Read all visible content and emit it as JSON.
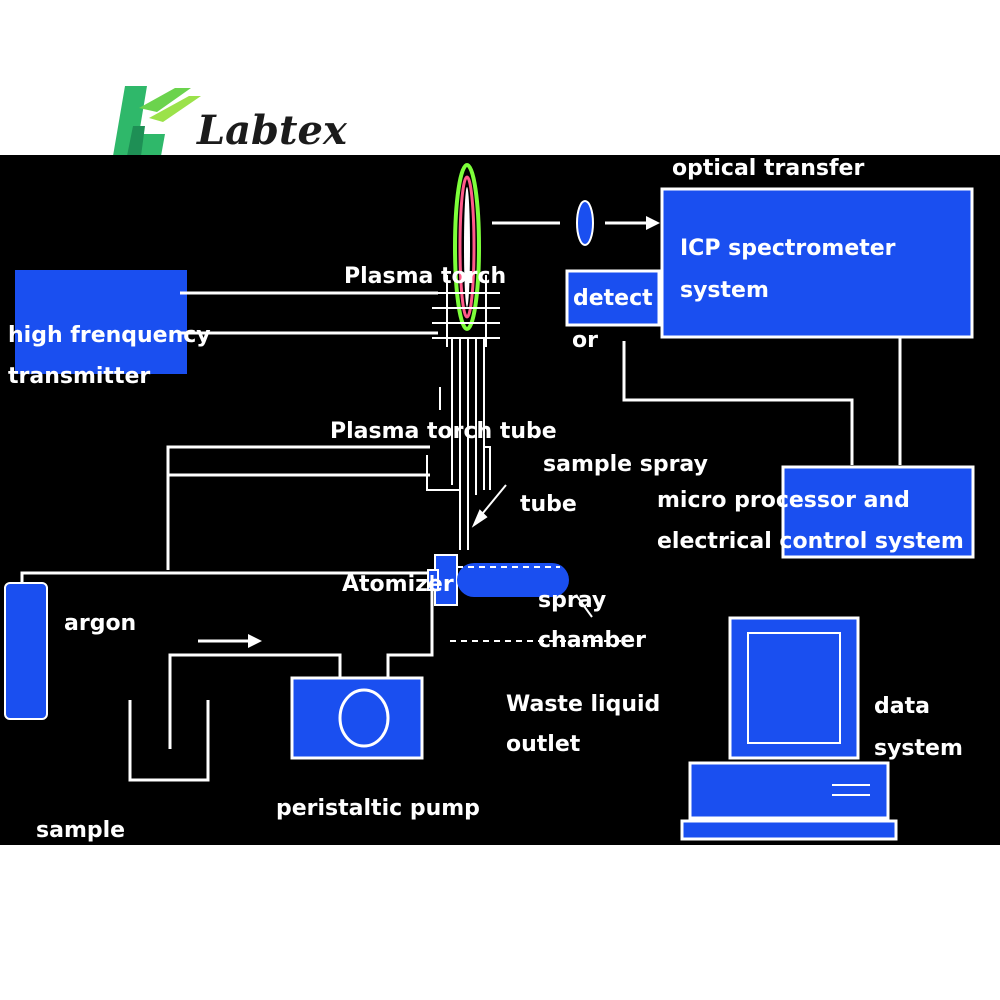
{
  "logo": {
    "text": "Labtex",
    "mark": "labtex-logo-mark"
  },
  "labels": {
    "optical_transfer": "optical transfer",
    "icp_line1": "ICP spectrometer",
    "icp_line2": "system",
    "detect": "detect",
    "or": "or",
    "plasma_torch": "Plasma torch",
    "hf_line1": "high frenquency",
    "hf_line2": "transmitter",
    "torch_tube": "Plasma torch tube",
    "spray_tube_line1": "sample spray",
    "spray_tube_line2": "tube",
    "micro_line1": "micro processor and",
    "micro_line2": "electrical control system",
    "atomizer": "Atomizer",
    "argon": "argon",
    "spray_chamber_line1": "spray",
    "spray_chamber_line2": "chamber",
    "waste_line1": "Waste liquid",
    "waste_line2": "outlet",
    "data_line1": "data",
    "data_line2": "system",
    "pump": "peristaltic pump",
    "sample": "sample"
  },
  "colors": {
    "background": "#000000",
    "component_blue": "#1a4ff0",
    "line": "#ffffff",
    "flame_green": "#7dff3a",
    "logo_green": "#2fb86a"
  }
}
